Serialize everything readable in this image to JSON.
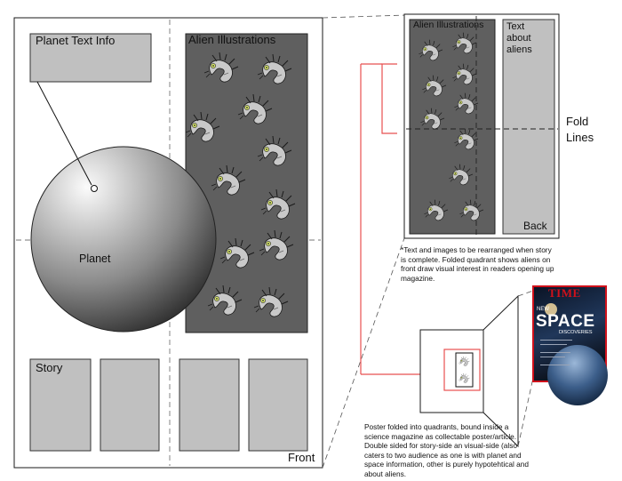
{
  "front_page": {
    "planet_text_info": "Planet Text Info",
    "alien_illustrations": "Alien Illustrations",
    "planet": "Planet",
    "story": "Story",
    "front": "Front"
  },
  "back_page": {
    "alien_illustrations": "Alien Illustrations",
    "text_about_aliens_lines": [
      "Text",
      "about",
      "aliens"
    ],
    "back": "Back"
  },
  "fold_lines_label": [
    "Fold",
    "Lines"
  ],
  "notes": {
    "rearrange": "*Text and images to be rearranged when story is complete. Folded quadrant shows aliens on front draw visual interest in readers opening up magazine.",
    "poster": "Poster folded into quadrants, bound inside a science magazine as collectable poster/article. Double sided for story-side an visual-side (also caters to two audience as one is with planet and space information, other is purely hypotehtical and about aliens."
  },
  "magazine": {
    "masthead": "TIME",
    "kicker": "NEW",
    "headline": "SPACE",
    "subhead": "DISCOVERIES"
  },
  "colors": {
    "panel_gray": "#c0c0c0",
    "alien_panel": "#5f5f5f",
    "fold_line_red": "#e85050",
    "time_red": "#d0111b"
  }
}
